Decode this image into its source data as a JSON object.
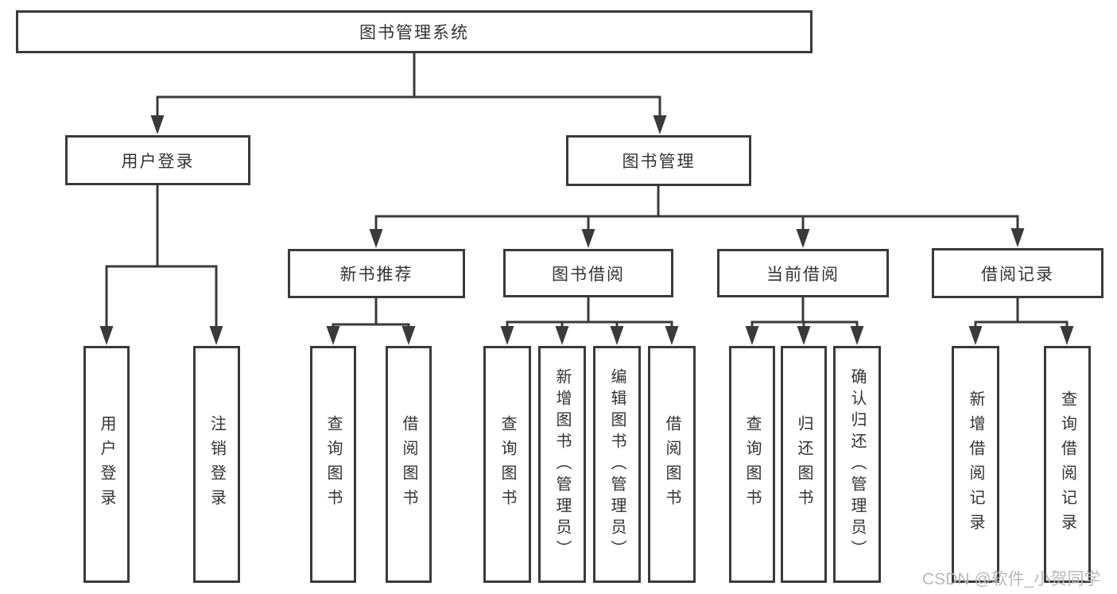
{
  "diagram": {
    "title": "图书管理系统",
    "root": {
      "label": "图书管理系统"
    },
    "branches": [
      {
        "label": "用户登录",
        "children": [
          {
            "label": "用户登录"
          },
          {
            "label": "注销登录"
          }
        ]
      },
      {
        "label": "图书管理",
        "children": [
          {
            "label": "新书推荐",
            "children": [
              {
                "label": "查询图书"
              },
              {
                "label": "借阅图书"
              }
            ]
          },
          {
            "label": "图书借阅",
            "children": [
              {
                "label": "查询图书"
              },
              {
                "label": "新增图书（管理员）"
              },
              {
                "label": "编辑图书（管理员）"
              },
              {
                "label": "借阅图书"
              }
            ]
          },
          {
            "label": "当前借阅",
            "children": [
              {
                "label": "查询图书"
              },
              {
                "label": "归还图书"
              },
              {
                "label": "确认归还（管理员）"
              }
            ]
          },
          {
            "label": "借阅记录",
            "children": [
              {
                "label": "新增借阅记录"
              },
              {
                "label": "查询借阅记录"
              }
            ]
          }
        ]
      }
    ]
  },
  "watermark": {
    "text": "CSDN @软件_小贺同学"
  },
  "colors": {
    "line": "#3a3a3a",
    "box_border": "#3a3a3a",
    "text": "#333333",
    "watermark": "#b9b9b9",
    "background": "#ffffff"
  }
}
